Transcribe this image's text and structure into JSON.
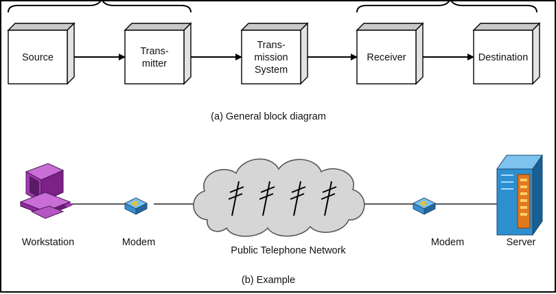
{
  "blocks": [
    {
      "id": "source",
      "lines": [
        "Source"
      ]
    },
    {
      "id": "transmitter",
      "lines": [
        "Trans-",
        "mitter"
      ]
    },
    {
      "id": "transmission-system",
      "lines": [
        "Trans-",
        "mission",
        "System"
      ]
    },
    {
      "id": "receiver",
      "lines": [
        "Receiver"
      ]
    },
    {
      "id": "destination",
      "lines": [
        "Destination"
      ]
    }
  ],
  "caption_a": "(a) General block diagram",
  "devices": {
    "workstation": "Workstation",
    "modem_left": "Modem",
    "network": "Public Telephone Network",
    "modem_right": "Modem",
    "server": "Server"
  },
  "caption_b": "(b) Example",
  "colors": {
    "box_front": "#ffffff",
    "box_side": "#e2e2e2",
    "box_top": "#c9c9c9",
    "cloud": "#d6d6d6",
    "workstation": "#a23ab0",
    "server": "#2e8fd0",
    "server_panel": "#e2781c",
    "modem": "#3b8fd1"
  }
}
